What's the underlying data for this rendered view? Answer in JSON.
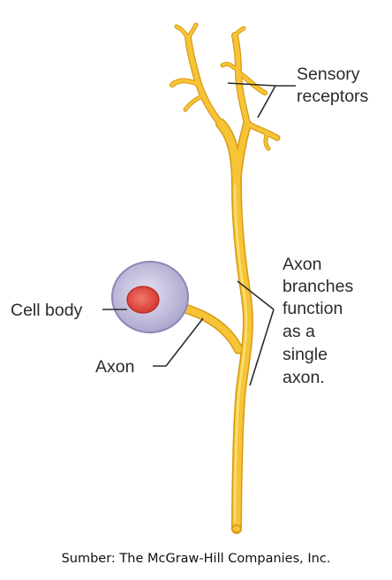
{
  "diagram": {
    "labels": {
      "sensory_receptors": [
        "Sensory",
        "receptors"
      ],
      "axon_branches": [
        "Axon",
        "branches",
        "function",
        "as a",
        "single",
        "axon."
      ],
      "cell_body": "Cell body",
      "axon": "Axon"
    },
    "colors": {
      "neuron_fill": "#f6c436",
      "neuron_highlight": "#fde68a",
      "neuron_edge": "#d99a14",
      "cell_body": "#b3aed0",
      "cell_body_edge": "#8c86b5",
      "nucleus": "#e2453f",
      "leader_line": "#2b2b2b"
    }
  },
  "source": "Sumber: The McGraw-Hill Companies, Inc."
}
